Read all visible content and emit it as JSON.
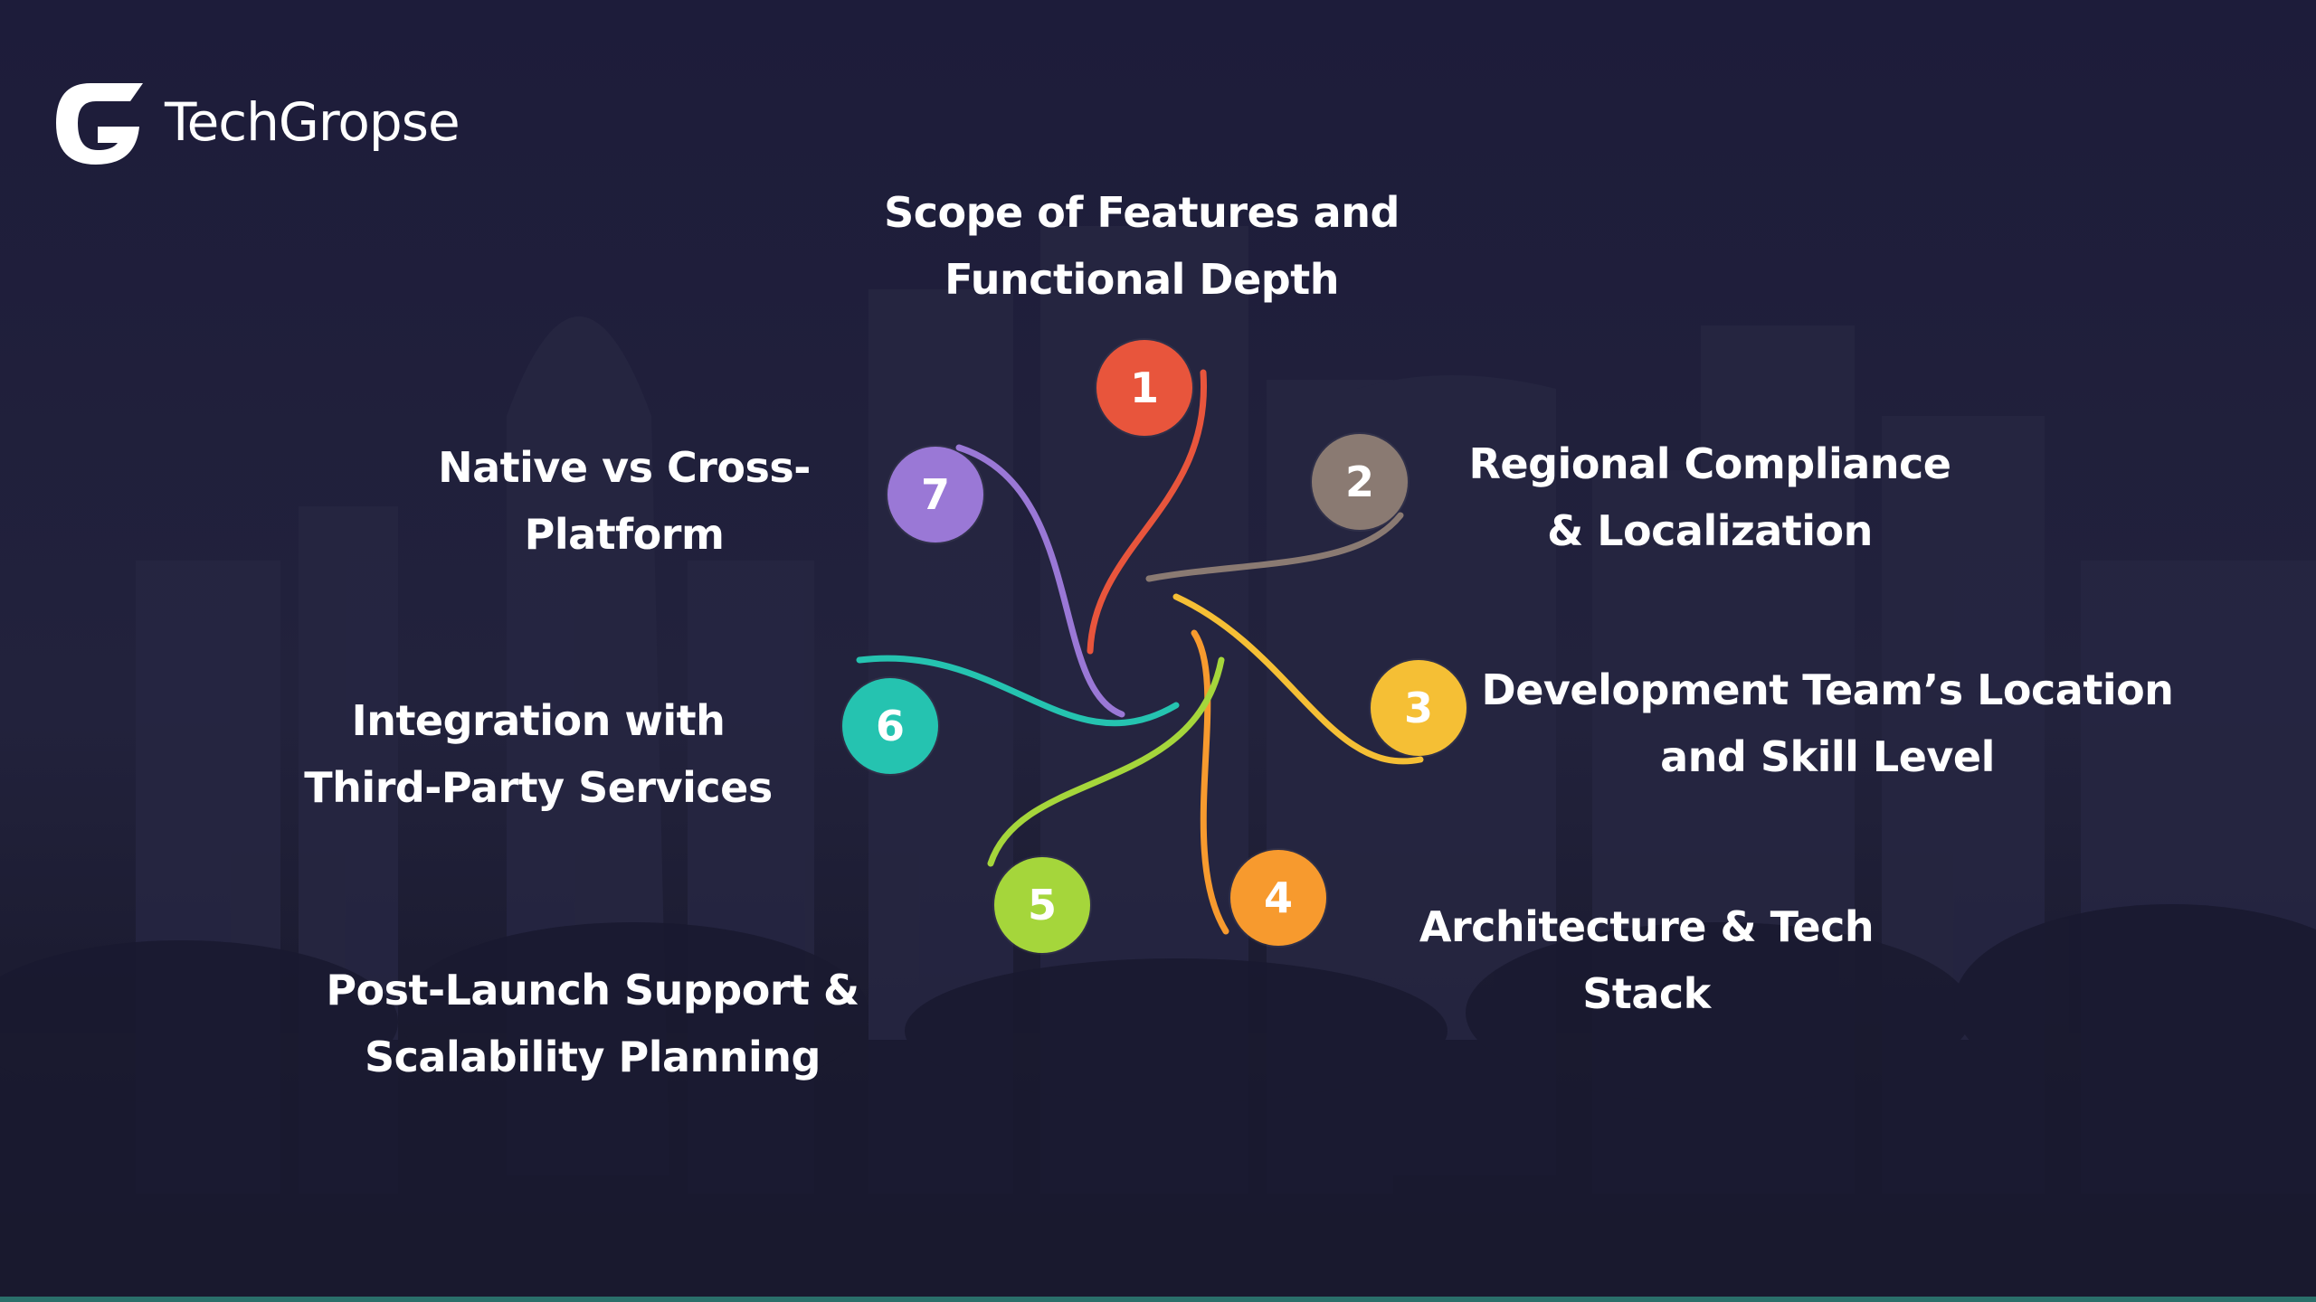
{
  "brand": {
    "name": "TechGropse",
    "logo_icon": "g-logo-icon"
  },
  "colors": {
    "background": "#1c1b35",
    "node_1": "#e8553c",
    "node_2": "#8a7a72",
    "node_3": "#f5bf35",
    "node_4": "#f79a2e",
    "node_5": "#a5d63b",
    "node_6": "#25c3b0",
    "node_7": "#9a78d6"
  },
  "diagram": {
    "items": [
      {
        "number": "1",
        "label": "Scope of Features and Functional Depth"
      },
      {
        "number": "2",
        "label": "Regional Compliance & Localization"
      },
      {
        "number": "3",
        "label": "Development Team’s Location and Skill Level"
      },
      {
        "number": "4",
        "label": "Architecture & Tech Stack"
      },
      {
        "number": "5",
        "label": "Post-Launch Support & Scalability Planning"
      },
      {
        "number": "6",
        "label": "Integration with Third-Party Services"
      },
      {
        "number": "7",
        "label": "Native vs Cross-Platform"
      }
    ]
  }
}
